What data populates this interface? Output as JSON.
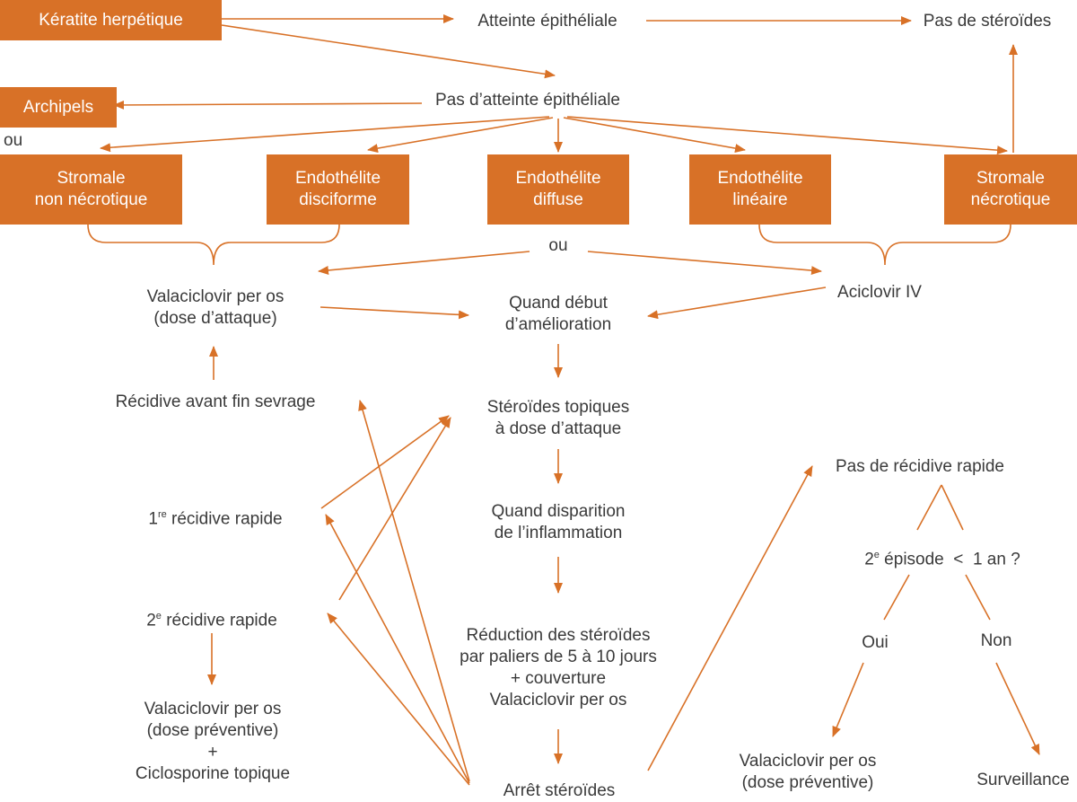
{
  "colors": {
    "accent": "#d87127",
    "text": "#3a3a3a",
    "box_text": "#ffffff",
    "background": "#ffffff"
  },
  "boxes": {
    "keratite": "Kératite herpétique",
    "archipels": "Archipels",
    "stromale_non_necrotique": "Stromale\nnon nécrotique",
    "endothelite_disciforme": "Endothélite\ndisciforme",
    "endothelite_diffuse": "Endothélite\ndiffuse",
    "endothelite_lineaire": "Endothélite\nlinéaire",
    "stromale_necrotique": "Stromale\nnécrotique"
  },
  "nodes": {
    "atteinte_epitheliale": "Atteinte épithéliale",
    "pas_de_steroides": "Pas de stéroïdes",
    "pas_atteinte_epitheliale": "Pas d’atteinte épithéliale",
    "ou_left": "ou",
    "ou_center": "ou",
    "valaciclovir_attaque": "Valaciclovir per os\n(dose d’attaque)",
    "quand_debut": "Quand début\nd’amélioration",
    "aciclovir_iv": "Aciclovir IV",
    "recidive_avant_fin": "Récidive avant fin sevrage",
    "steroides_topiques": "Stéroïdes topiques\nà dose d’attaque",
    "recidive_1_num": "1",
    "recidive_1_sup": "re",
    "recidive_1_text": " récidive rapide",
    "quand_disparition": "Quand disparition\nde l’inflammation",
    "recidive_2_num": "2",
    "recidive_2_sup": "e",
    "recidive_2_text": " récidive rapide",
    "reduction": "Réduction des stéroïdes\npar paliers de 5 à 10 jours\n+ couverture\nValaciclovir per os",
    "valaciclovir_preventive": "Valaciclovir per os\n(dose préventive)\n+\nCiclosporine topique",
    "arret_steroides": "Arrêt stéroïdes",
    "pas_recidive_rapide": "Pas de récidive rapide",
    "episode_num": "2",
    "episode_sup": "e",
    "episode_text": " épisode  <  1 an ?",
    "oui": "Oui",
    "non": "Non",
    "valaciclovir_preventive_2": "Valaciclovir per os\n(dose préventive)",
    "surveillance": "Surveillance"
  }
}
